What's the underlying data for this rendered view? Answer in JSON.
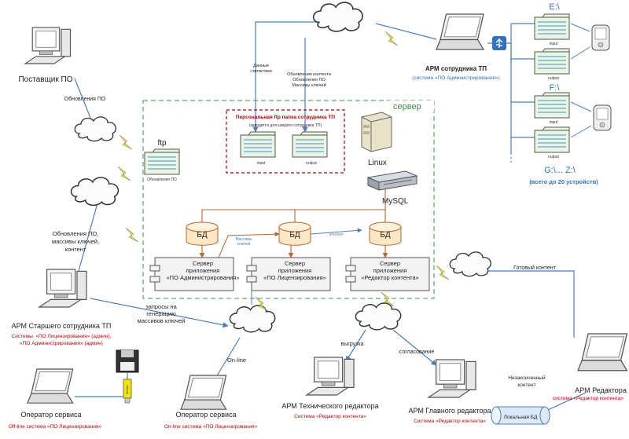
{
  "colors": {
    "line_blue": "#4a7fc0",
    "line_brown": "#b5662b",
    "server_green": "#5fae6e",
    "red_box": "#b00000",
    "label_blue": "#2f72c4",
    "label_red": "#c00000",
    "bolt_yellow": "#f3f000",
    "folder_green": "#d8f0d0"
  },
  "labels": {
    "supplier": "Поставщик ПО",
    "updates_po": "Обновления ПО",
    "ftp": "ftp",
    "ftp_folder_caption": "Обновления ПО",
    "upd_keys_content": [
      "Обновления ПО,",
      "массивы ключей,",
      "контент"
    ],
    "senior_title": "АРМ Старшего сотрудника ТП",
    "senior_systems": [
      "Системы: «ПО Лицензирования» (админ),",
      "«ПО Администрирования» (админ)"
    ],
    "operator1_title": "Оператор сервиса",
    "operator1_system": "Off-line система «ПО Лицензирования»",
    "operator2_title": "Оператор сервиса",
    "operator2_system": "On-line система «ПО Лицензирования»",
    "online": "On-line",
    "requests": [
      "запросы на",
      "генерацию",
      "массивов ключей"
    ],
    "tech_editor_title": "АРМ Технического редактора",
    "tech_editor_system": "Система «Редактор контента»",
    "upload": "выгрузка",
    "chief_editor_title": "АРМ Главного редактора",
    "chief_editor_system": "Система «Редактор контента»",
    "approval": "согласование",
    "local_db": "Локальная БД",
    "unfinished": [
      "Незаконченный",
      "контент"
    ],
    "editor_title": "АРМ Редактора",
    "editor_system": "система «Редактор контента»",
    "ready_content": "Готовый контент",
    "tp_title": "АРМ сотрудника ТП",
    "tp_system": "(система «ПО Администрирования»)",
    "drive_e": "E:\\",
    "drive_f": "F:\\",
    "drive_gz": "G:\\... Z:\\",
    "devices_total": "(всего до 20 устройств)",
    "input": "input",
    "output": "output",
    "stats_data": [
      "Данные",
      "статистики"
    ],
    "content_updates": [
      "Обновления контента",
      "Обновления ПО",
      "Массивы ключей"
    ],
    "server": "сервер",
    "personal_ftp": "Персональная ftp папка сотрудника ТП",
    "personal_ftp_note": "(заводится для каждого сотрудника ТП)",
    "linux": "Linux",
    "mysql": "MySQL",
    "db": "БД",
    "key_arrays": [
      "Массивы",
      "ключей"
    ],
    "content": "контент",
    "app_admin": [
      "Сервер",
      "приложения",
      "«ПО Администрирования»"
    ],
    "app_lic": [
      "Сервер",
      "приложения",
      "«ПО Лицензирования»"
    ],
    "app_editor": [
      "Сервер",
      "приложения",
      "«Редактор контента»"
    ],
    "fleshka": "fleshka"
  }
}
